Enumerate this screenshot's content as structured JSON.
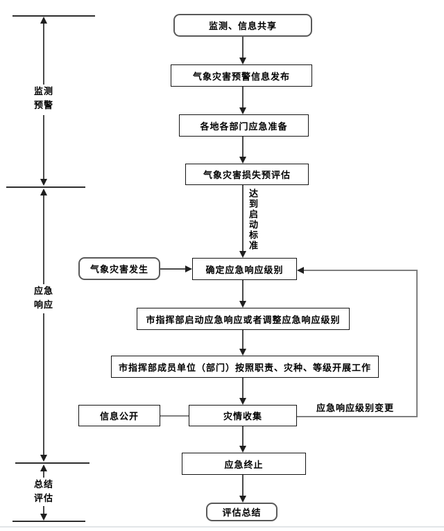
{
  "phases": [
    {
      "line1": "监测",
      "line2": "预警"
    },
    {
      "line1": "应急",
      "line2": "响应"
    },
    {
      "line1": "总结",
      "line2": "评估"
    }
  ],
  "nodes": [
    {
      "label": "监测、信息共享",
      "shape": "rounded"
    },
    {
      "label": "气象灾害预警信息发布",
      "shape": "rect"
    },
    {
      "label": "各地各部门应急准备",
      "shape": "rect"
    },
    {
      "label": "气象灾害损失预评估",
      "shape": "rect"
    },
    {
      "label": "确定应急响应级别",
      "shape": "rect"
    },
    {
      "label": "气象灾害发生",
      "shape": "rounded"
    },
    {
      "label": "市指挥部启动应急响应或者调整应急响应级别",
      "shape": "rect"
    },
    {
      "label": "市指挥部成员单位（部门）按照职责、灾种、等级开展工作",
      "shape": "rect"
    },
    {
      "label": "信息公开",
      "shape": "rect"
    },
    {
      "label": "灾情收集",
      "shape": "rect"
    },
    {
      "label": "应急终止",
      "shape": "rect"
    },
    {
      "label": "评估总结",
      "shape": "rounded"
    }
  ],
  "edge_labels": {
    "startup_criteria": "达到启动标准",
    "level_change": "应急响应级别变更"
  },
  "colors": {
    "background": "#ffffff",
    "rect_border": "#141414",
    "rounded_border": "#595959",
    "main_line": "#4a4a4a",
    "loop_line": "#7f7f7f",
    "arrowhead": "#1f1f1f",
    "text": "#000000",
    "page_edge": "#e2e5e8"
  }
}
